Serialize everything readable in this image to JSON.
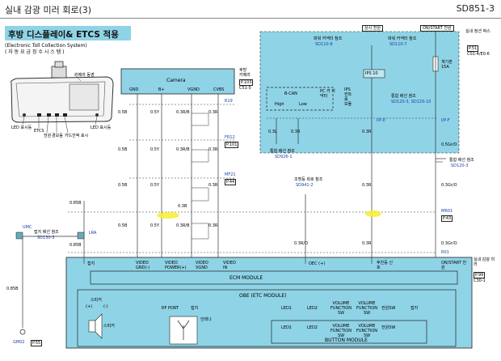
{
  "header": {
    "title": "실내 감광 미러 회로(3)",
    "code": "SD851-3"
  },
  "banner": {
    "title": "후방 디스플레이& ETCS 적용",
    "subtitle_en": "(Electronic Toll Collection System)",
    "subtitle_ko": "( 자 동 요 금 징 수 시 스 템 )"
  },
  "mirror_labels": {
    "camera": "카메라 동영",
    "led": "LED 표시등",
    "etcs": "ETCS",
    "btn1": "전원",
    "btn2": "경보음",
    "btn3": "카드잔액 표시",
    "led2": "LED 표시등"
  },
  "power": {
    "left_box": "상시 전원",
    "right_box": "ON/START 전원",
    "fuse1_ref": "SD110-8",
    "fuse1_text": "파워 커넥터 참조",
    "fuse2_ref": "SD110-7",
    "fuse2_text": "파워 커넥터 참조",
    "fuse2_extra": "계기판 15A",
    "fuse_name": "IPS 10",
    "interior_conn": "IPS 컨트롤 모듈",
    "bcan": "B-CAN",
    "high": "High",
    "low": "Low",
    "pc_label": "PC 카 커넥터",
    "sd120_ref": "SD120-3, SD120-10",
    "sd120_text": "통합 배선 참조",
    "right_note": "실내 정션 박스",
    "right_p": "P.51",
    "right_conn": "C01-4/E0-6"
  },
  "camera": {
    "title": "Camera",
    "pins": [
      "GND",
      "B+",
      "VGND",
      "CVBS"
    ],
    "side_label": "후방 카메라",
    "side_p": "P.103",
    "side_conn": "C51-5"
  },
  "connectors": {
    "r19": "R19",
    "fr12": "FR12",
    "fr12_p": "P.101",
    "mf21": "MF21",
    "mf21_p": "P.44",
    "mr01": "MR01",
    "mr01_p": "P.43",
    "r01": "R01",
    "uie": "I/P-E",
    "uif": "I/P-F"
  },
  "refs": {
    "can_ref": "SD926-1",
    "can_text": "통합 배선 참조",
    "ref2": "SD941-2",
    "ref2_text": "조명등 회로 참조",
    "ref3": "SD120-3",
    "ref3_text": "통합 배선 참조",
    "umc": "UMC",
    "umc_text": "접지 배선 참조",
    "umc_ref": "SD130-3",
    "lra": "LRA"
  },
  "wires": {
    "w05b": "0.5B",
    "w05y": "0.5Y",
    "w03rb": "0.3R/B",
    "w03r": "0.3R",
    "w03b": "0.3B",
    "w05gr": "0.5Gr/O",
    "w03gr": "0.3Gr/O",
    "w03ro": "0.3R/O",
    "w085b": "0.85B",
    "w03l": "0.3L",
    "w05gro": "0.5Gr/O"
  },
  "module": {
    "pins": [
      "접지",
      "VIDEO GND(-)",
      "VIDEO POWER(+)",
      "VIDEO VGND",
      "VIDEO IN",
      "OEC (+)",
      "후진등 신호",
      "ON/START 전원"
    ],
    "ecm_label": "ECM MODULE",
    "obe_label": "OBE (ETC MODULE)",
    "speaker": "스피커",
    "sp_plus": "(+)",
    "sp_minus": "(-)",
    "rf_port": "RF PORT",
    "ground": "접지",
    "antenna": "안테나",
    "led1": "LED1",
    "led2": "LED2",
    "vfsw1": "VOLUME FUNCTION SW",
    "vfsw2": "VOLUME FUNCTION SW",
    "sw_label": "전원SW",
    "gnd2": "접지",
    "button_module": "BUTTON MODULE",
    "right_label": "실내 감광 미러",
    "right_p": "P.99",
    "right_conn": "C30-1"
  },
  "ground": {
    "label": "GM02",
    "p": "P.55",
    "wire": "0.85B"
  }
}
